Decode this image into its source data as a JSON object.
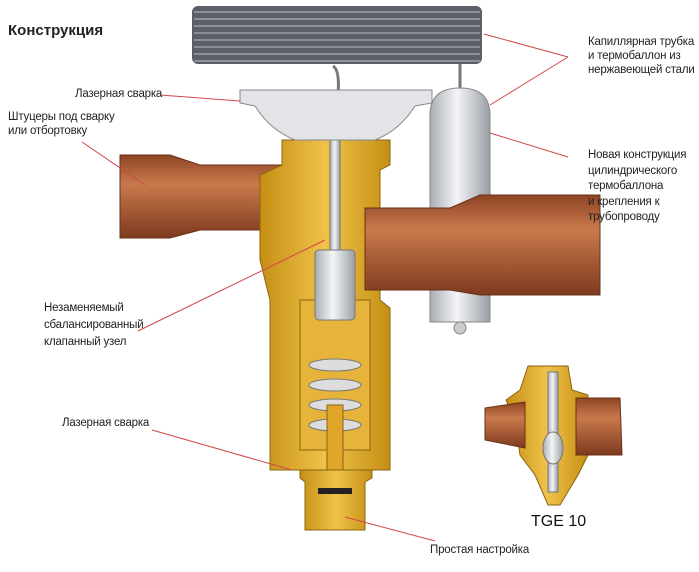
{
  "title": "Конструкция",
  "labels": {
    "laser_weld_top": "Лазерная сварка",
    "fittings": [
      "Штуцеры под сварку",
      "или отбортовку"
    ],
    "capillary": [
      "Капиллярная трубка",
      "и термобаллон из",
      "нержавеющей стали"
    ],
    "new_bulb": [
      "Новая конструкция",
      "цилиндрического",
      "термобаллона",
      "и крепления к",
      "трубопроводу"
    ],
    "valve_unit": [
      "Незаменяемый",
      "сбалансированный",
      "клапанный узел"
    ],
    "laser_weld_bottom": "Лазерная сварка",
    "adjustment": "Простая настройка",
    "model": "TGE 10"
  },
  "colors": {
    "brass": "#d9a62a",
    "copper": "#b5643a",
    "steel": "#c8cbd0",
    "leader": "#d04848"
  }
}
